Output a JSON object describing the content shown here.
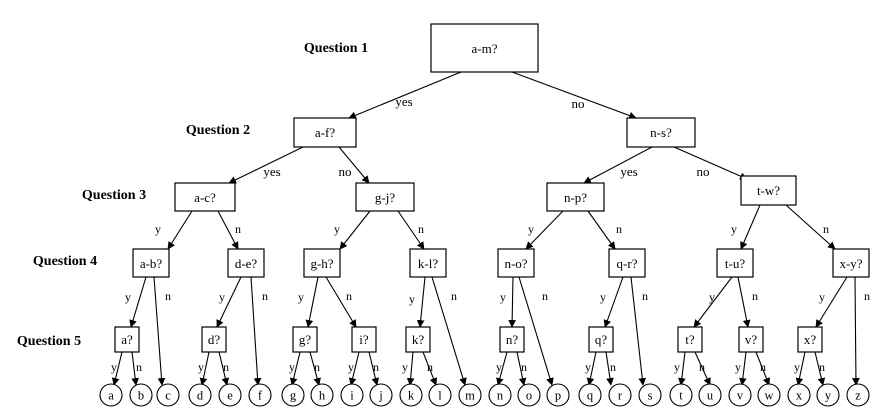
{
  "level_labels": [
    {
      "id": "q1",
      "text": "Question 1"
    },
    {
      "id": "q2",
      "text": "Question 2"
    },
    {
      "id": "q3",
      "text": "Question 3"
    },
    {
      "id": "q4",
      "text": "Question 4"
    },
    {
      "id": "q5",
      "text": "Question 5"
    }
  ],
  "nodes": [
    {
      "id": "n1",
      "text": "a-m?",
      "level": 1
    },
    {
      "id": "n2l",
      "text": "a-f?",
      "level": 2
    },
    {
      "id": "n2r",
      "text": "n-s?",
      "level": 2
    },
    {
      "id": "n3a",
      "text": "a-c?",
      "level": 3
    },
    {
      "id": "n3b",
      "text": "g-j?",
      "level": 3
    },
    {
      "id": "n3c",
      "text": "n-p?",
      "level": 3
    },
    {
      "id": "n3d",
      "text": "t-w?",
      "level": 3
    },
    {
      "id": "n4a",
      "text": "a-b?",
      "level": 4
    },
    {
      "id": "n4b",
      "text": "d-e?",
      "level": 4
    },
    {
      "id": "n4c",
      "text": "g-h?",
      "level": 4
    },
    {
      "id": "n4d",
      "text": "k-l?",
      "level": 4
    },
    {
      "id": "n4e",
      "text": "n-o?",
      "level": 4
    },
    {
      "id": "n4f",
      "text": "q-r?",
      "level": 4
    },
    {
      "id": "n4g",
      "text": "t-u?",
      "level": 4
    },
    {
      "id": "n4h",
      "text": "x-y?",
      "level": 4
    },
    {
      "id": "n5a",
      "text": "a?",
      "level": 5
    },
    {
      "id": "n5b",
      "text": "d?",
      "level": 5
    },
    {
      "id": "n5c",
      "text": "g?",
      "level": 5
    },
    {
      "id": "n5d",
      "text": "i?",
      "level": 5
    },
    {
      "id": "n5e",
      "text": "k?",
      "level": 5
    },
    {
      "id": "n5f",
      "text": "n?",
      "level": 5
    },
    {
      "id": "n5g",
      "text": "q?",
      "level": 5
    },
    {
      "id": "n5h",
      "text": "t?",
      "level": 5
    },
    {
      "id": "n5i",
      "text": "v?",
      "level": 5
    },
    {
      "id": "n5j",
      "text": "x?",
      "level": 5
    }
  ],
  "leaves": [
    "a",
    "b",
    "c",
    "d",
    "e",
    "f",
    "g",
    "h",
    "i",
    "j",
    "k",
    "l",
    "m",
    "n",
    "o",
    "p",
    "q",
    "r",
    "s",
    "t",
    "u",
    "v",
    "w",
    "x",
    "y",
    "z"
  ],
  "edge_labels": {
    "yes": "yes",
    "no": "no",
    "y": "y",
    "n": "n"
  }
}
